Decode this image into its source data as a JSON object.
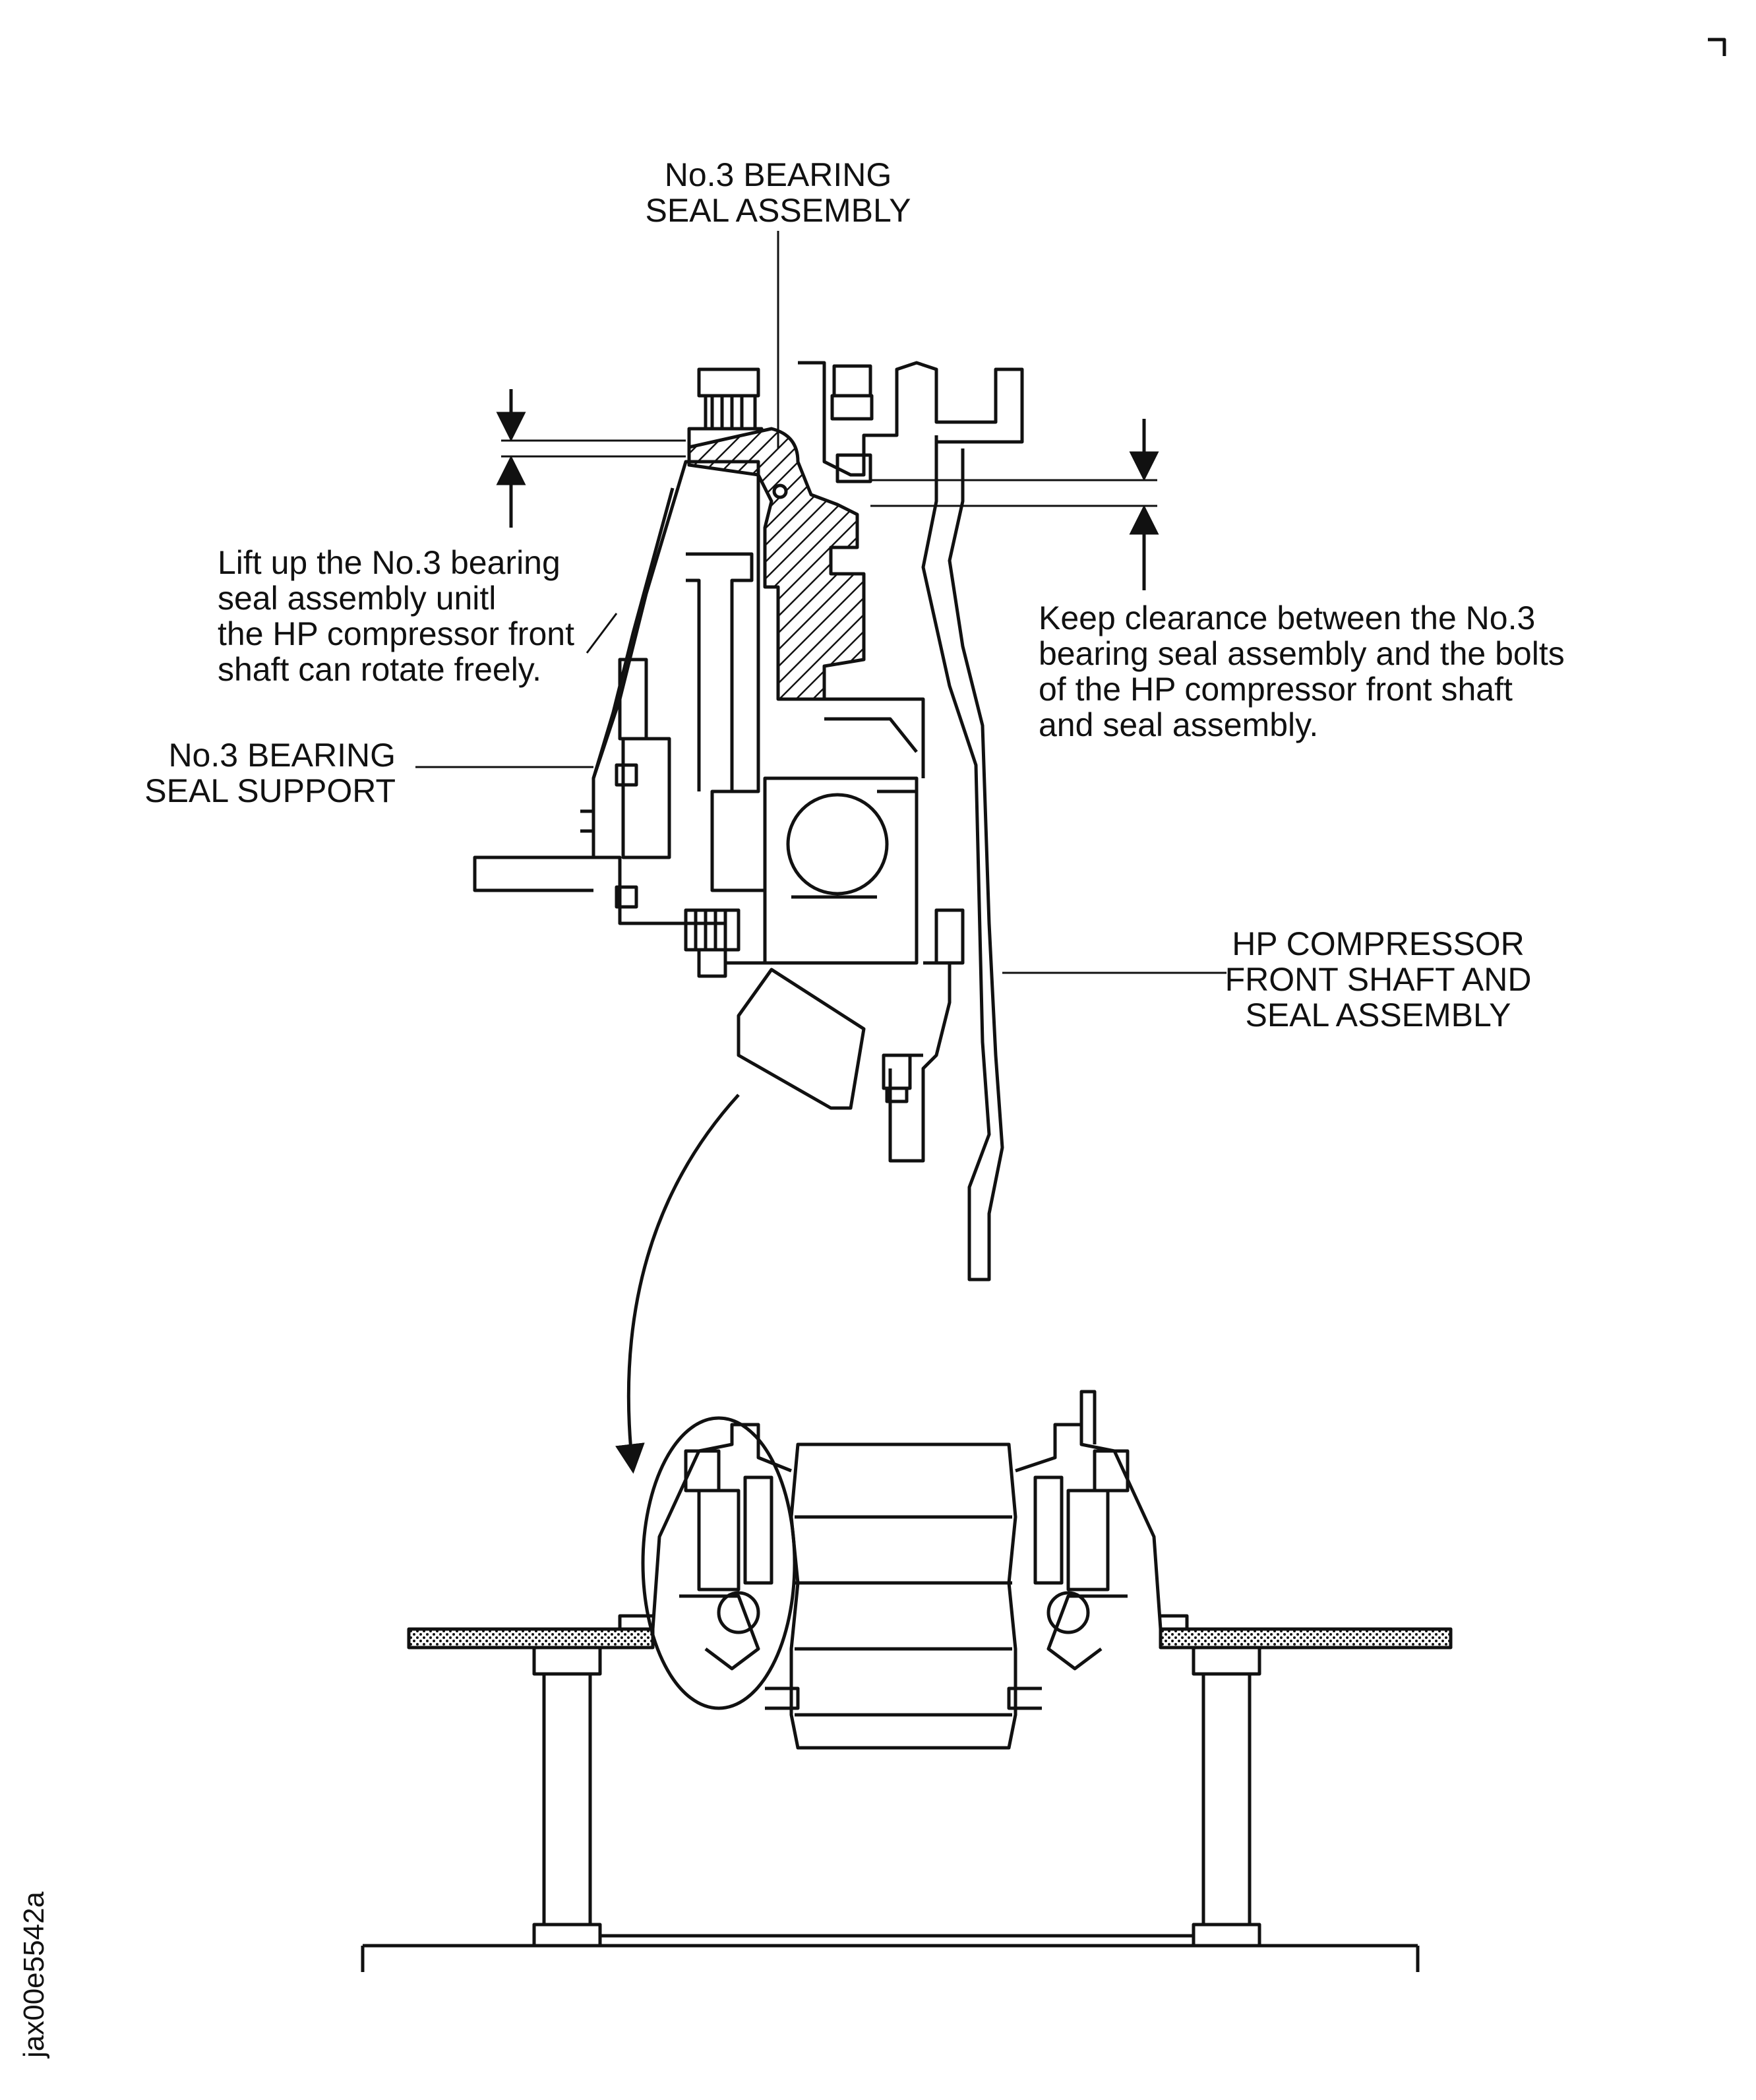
{
  "labels": {
    "seal_assembly": [
      "No.3 BEARING",
      "SEAL ASSEMBLY"
    ],
    "lift_note": [
      "Lift up the No.3 bearing",
      "seal assembly unitl",
      "the HP compressor front",
      "shaft can rotate freely."
    ],
    "seal_support": [
      "No.3 BEARING",
      "SEAL SUPPORT"
    ],
    "clearance_note": [
      "Keep clearance between the No.3",
      "bearing seal assembly and the bolts",
      "of the HP compressor front shaft",
      "and seal assembly."
    ],
    "hp_compressor": [
      "HP COMPRESSOR",
      "FRONT SHAFT AND",
      "SEAL ASSEMBLY"
    ]
  },
  "figure_id": "jax00e5542a",
  "colors": {
    "line": "#111111",
    "background": "#ffffff"
  }
}
